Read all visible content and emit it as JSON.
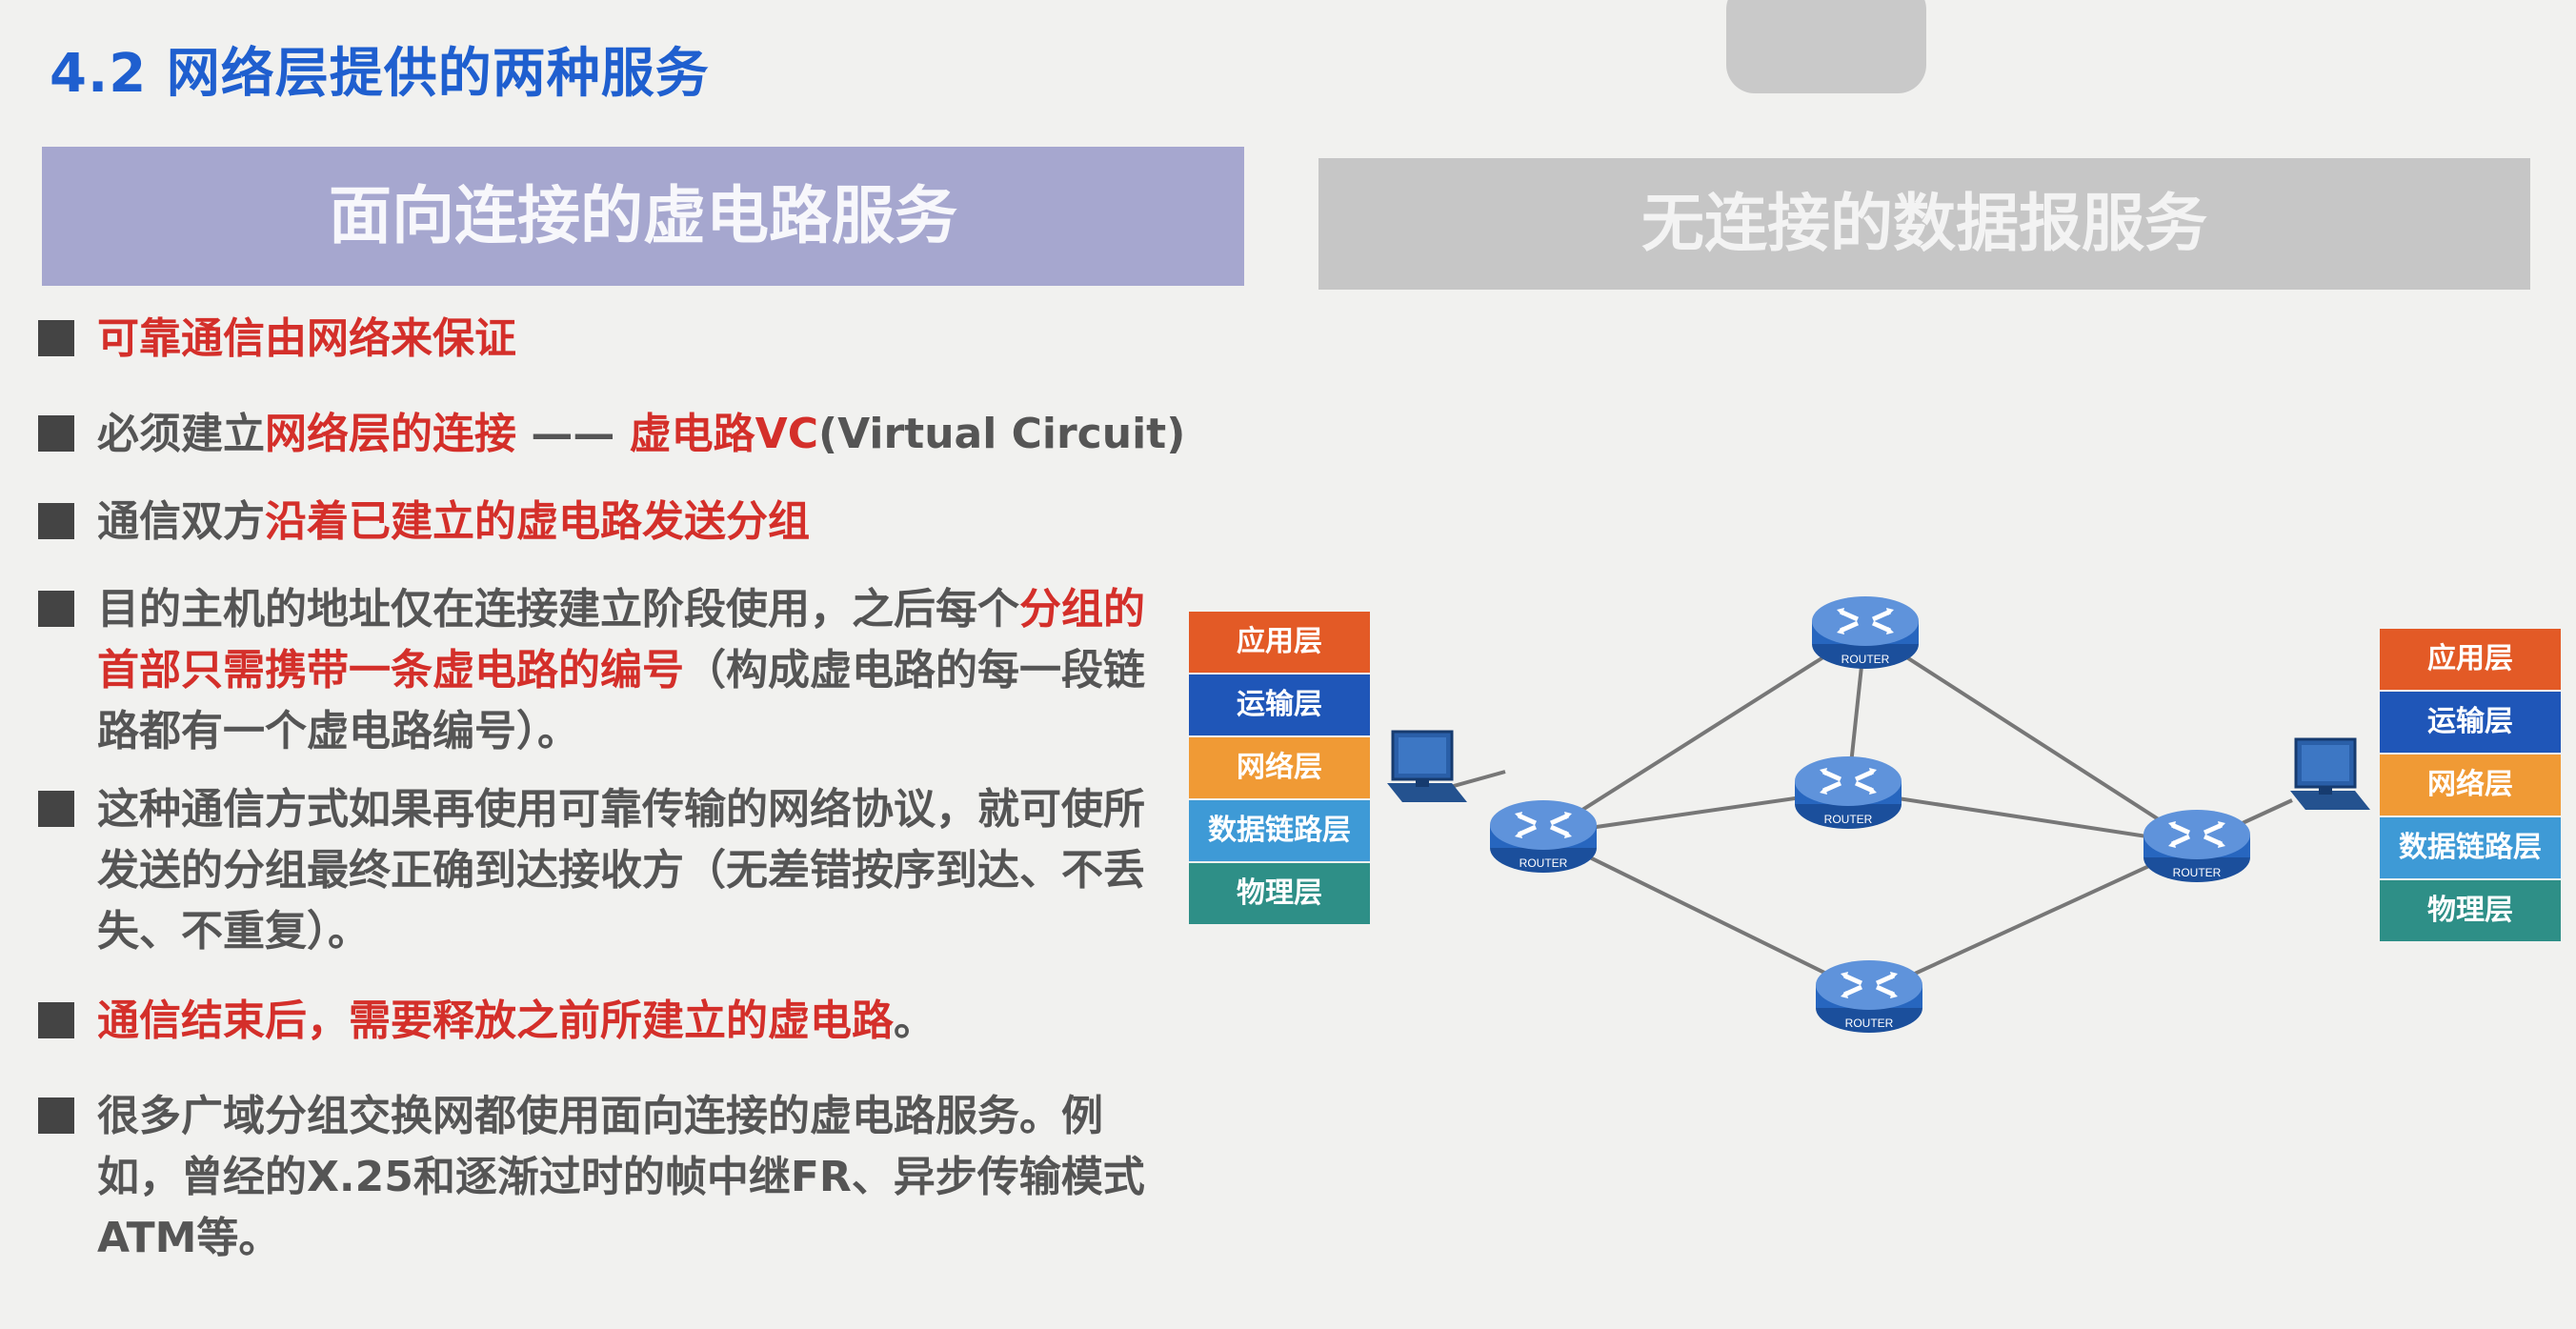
{
  "slide": {
    "title": "4.2 网络层提供的两种服务"
  },
  "headers": {
    "left": "面向连接的虚电路服务",
    "right": "无连接的数据报服务"
  },
  "bullets": {
    "b1": {
      "red": "可靠通信由网络来保证"
    },
    "b2": {
      "t1": "必须建立",
      "r1": "网络层的连接",
      "t2": " —— ",
      "r2": "虚电路VC",
      "t3": "(Virtual Circuit)"
    },
    "b3": {
      "t1": "通信双方",
      "r1": "沿着已建立的虚电路发送分组"
    },
    "b4": {
      "t1": "目的主机的地址仅在连接建立阶段使用，之后每个",
      "r1": "分组的首部只需携带一条虚电路的编号",
      "t2": "（构成虚电路的每一段链路都有一个虚电路编号）。"
    },
    "b5": {
      "t1": "这种通信方式如果再使用可靠传输的网络协议，就可使所发送的分组最终正确到达接收方（无差错按序到达、不丢失、不重复）。"
    },
    "b6": {
      "r1": "通信结束后，需要释放之前所建立的虚电路",
      "t1": "。"
    },
    "b7": {
      "t1": "很多广域分组交换网都使用面向连接的虚电路服务。例如，曾经的X.25和逐渐过时的帧中继FR、异步传输模式ATM等。"
    }
  },
  "diagram": {
    "left_layers": [
      "应用层",
      "运输层",
      "网络层",
      "数据链路层",
      "物理层"
    ],
    "right_layers": [
      "应用层",
      "运输层",
      "网络层",
      "数据链路层",
      "物理层"
    ],
    "router_label": "ROUTER",
    "colors": {
      "application": "#e35a26",
      "transport": "#1f56b8",
      "network": "#f09a35",
      "datalink": "#3e9ad6",
      "physical": "#2e8f87"
    }
  }
}
